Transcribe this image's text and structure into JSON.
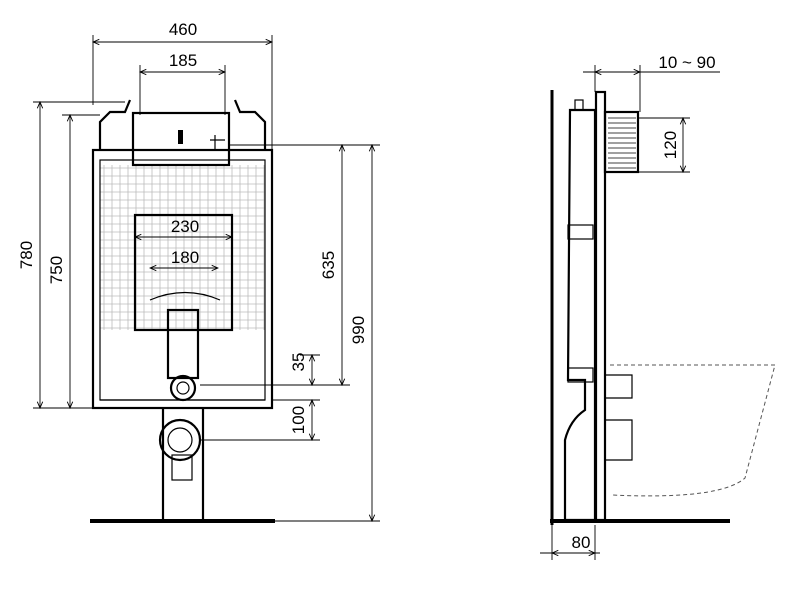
{
  "dimensions": {
    "width_460": "460",
    "width_185": "185",
    "width_230": "230",
    "width_180": "180",
    "height_780": "780",
    "height_750": "750",
    "height_635": "635",
    "height_990": "990",
    "height_35": "35",
    "height_100": "100",
    "depth_10_90": "10 ~ 90",
    "height_120": "120",
    "depth_80": "80"
  }
}
